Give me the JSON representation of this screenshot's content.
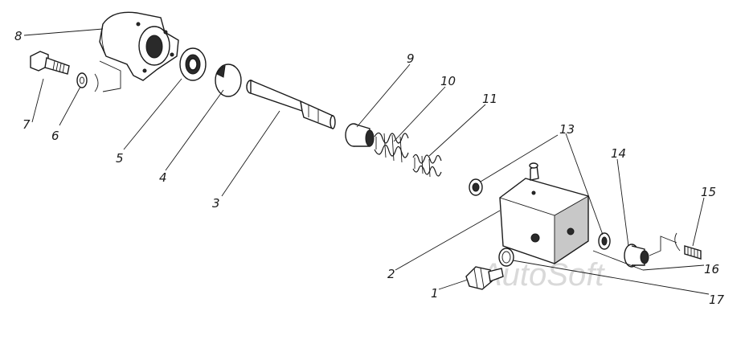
{
  "diagram": {
    "labels": {
      "p1": "1",
      "p2": "2",
      "p3": "3",
      "p4": "4",
      "p5": "5",
      "p6": "6",
      "p7": "7",
      "p8": "8",
      "p9": "9",
      "p10": "10",
      "p11": "11",
      "p13": "13",
      "p14": "14",
      "p15": "15",
      "p16": "16",
      "p17": "17"
    },
    "watermark": "AutoSoft"
  }
}
